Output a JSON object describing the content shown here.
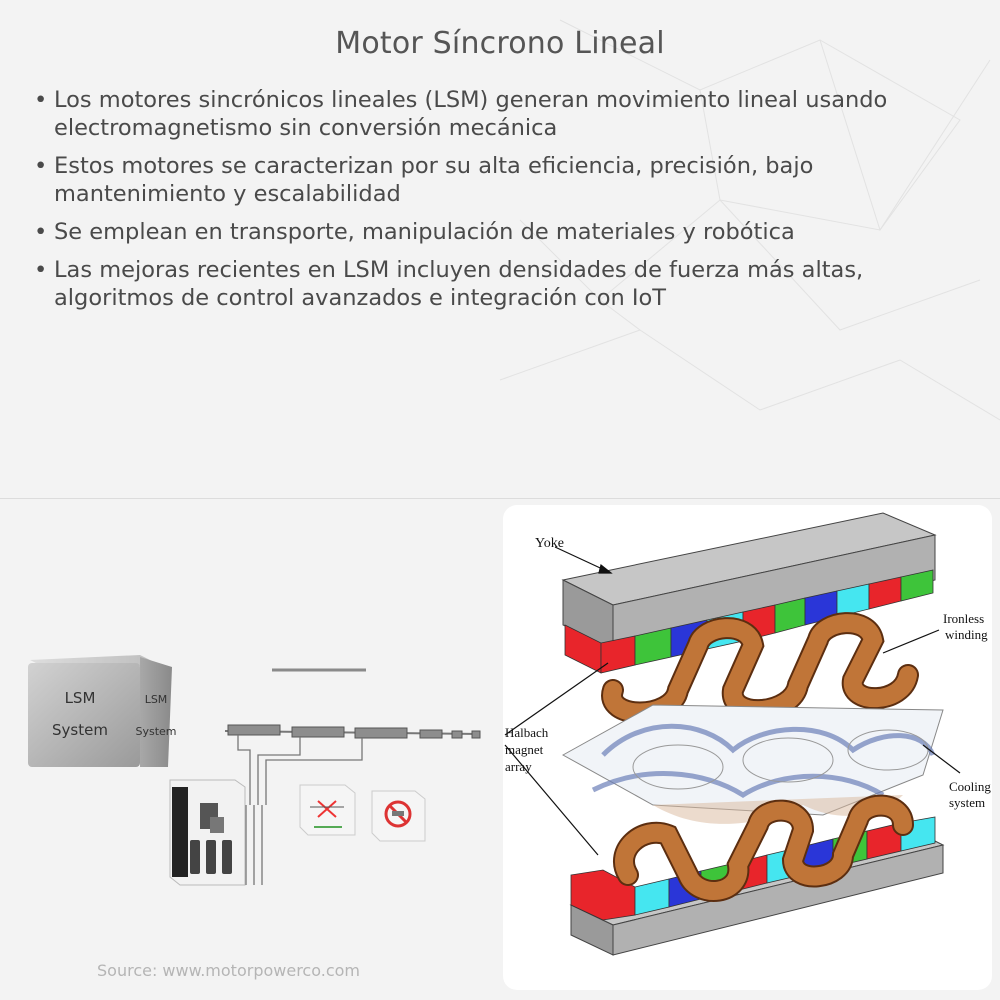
{
  "title": "Motor Síncrono Lineal",
  "bullets": [
    "Los motores sincrónicos lineales (LSM) generan movimiento lineal usando electromagnetismo sin conversión mecánica",
    "Estos motores se caracterizan por su alta eficiencia, precisión, bajo mantenimiento y escalabilidad",
    "Se emplean en transporte, manipulación de materiales y robótica",
    "Las mejoras recientes en LSM incluyen densidades de fuerza más altas, algoritmos de control avanzados e integración con IoT"
  ],
  "left_image": {
    "cube_front_line1": "LSM",
    "cube_front_line2": "System",
    "cube_side_line1": "LSM",
    "cube_side_line2": "System"
  },
  "diagram_labels": {
    "yoke": "Yoke",
    "ironless_winding_1": "Ironless",
    "ironless_winding_2": "winding",
    "halbach_1": "Halbach",
    "halbach_2": "magnet",
    "halbach_3": "array",
    "cooling_1": "Cooling",
    "cooling_2": "system"
  },
  "source": "Source: www.motorpowerco.com",
  "colors": {
    "magnet_red": "#e8252b",
    "magnet_green": "#3ec43a",
    "magnet_blue": "#2a36d8",
    "magnet_cyan": "#45e6f0",
    "coil_copper": "#b8682e",
    "yoke_gray": "#a9a9a9"
  }
}
